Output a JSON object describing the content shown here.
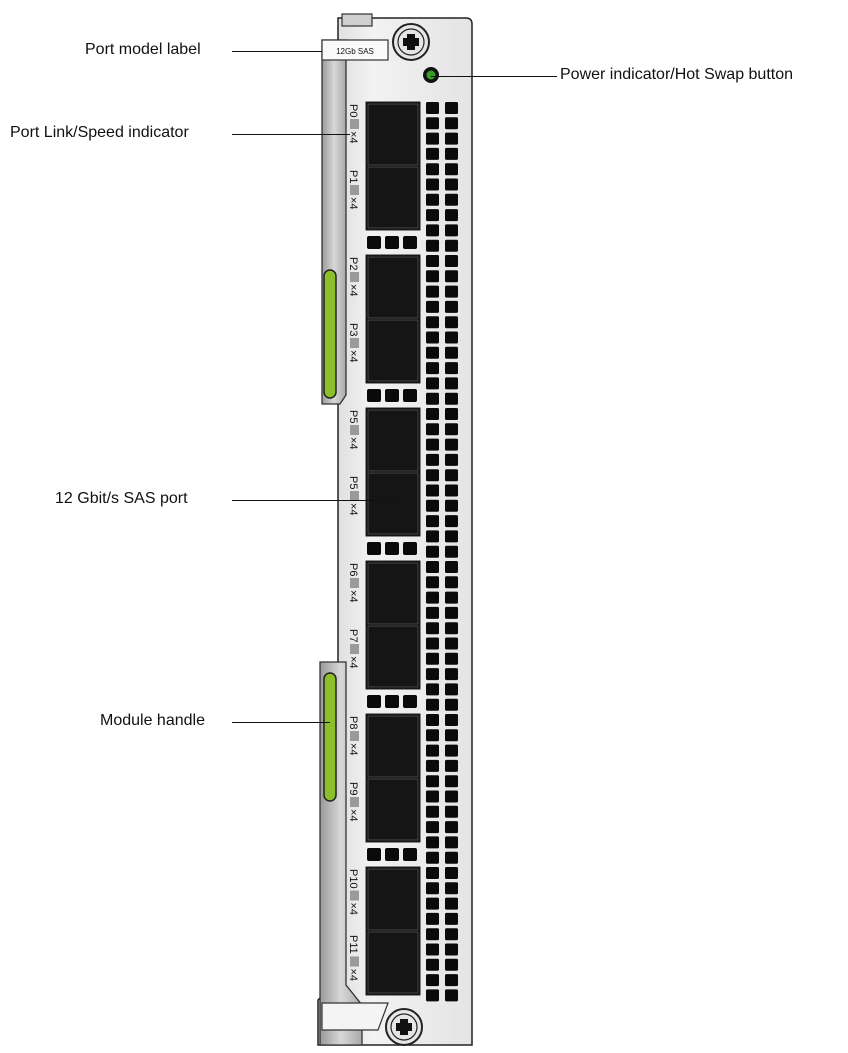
{
  "callouts": {
    "port_model_label": "Port model label",
    "port_link_speed_indicator": "Port Link/Speed indicator",
    "sas_port": "12 Gbit/s SAS port",
    "module_handle": "Module handle",
    "power_indicator": "Power indicator/Hot Swap button"
  },
  "module": {
    "model_label_text": "12Gb SAS",
    "speed_suffix": "×4",
    "ports": [
      {
        "top_label": "P0",
        "bottom_label": "P1"
      },
      {
        "top_label": "P2",
        "bottom_label": "P3"
      },
      {
        "top_label": "P5",
        "bottom_label": "P5"
      },
      {
        "top_label": "P6",
        "bottom_label": "P7"
      },
      {
        "top_label": "P8",
        "bottom_label": "P9"
      },
      {
        "top_label": "P10",
        "bottom_label": "P11"
      }
    ]
  },
  "colors": {
    "panel": "#ececec",
    "handle_green": "#8cbf2a",
    "indicator_green": "#3a9a2a",
    "port_black": "#0a0a0a"
  }
}
